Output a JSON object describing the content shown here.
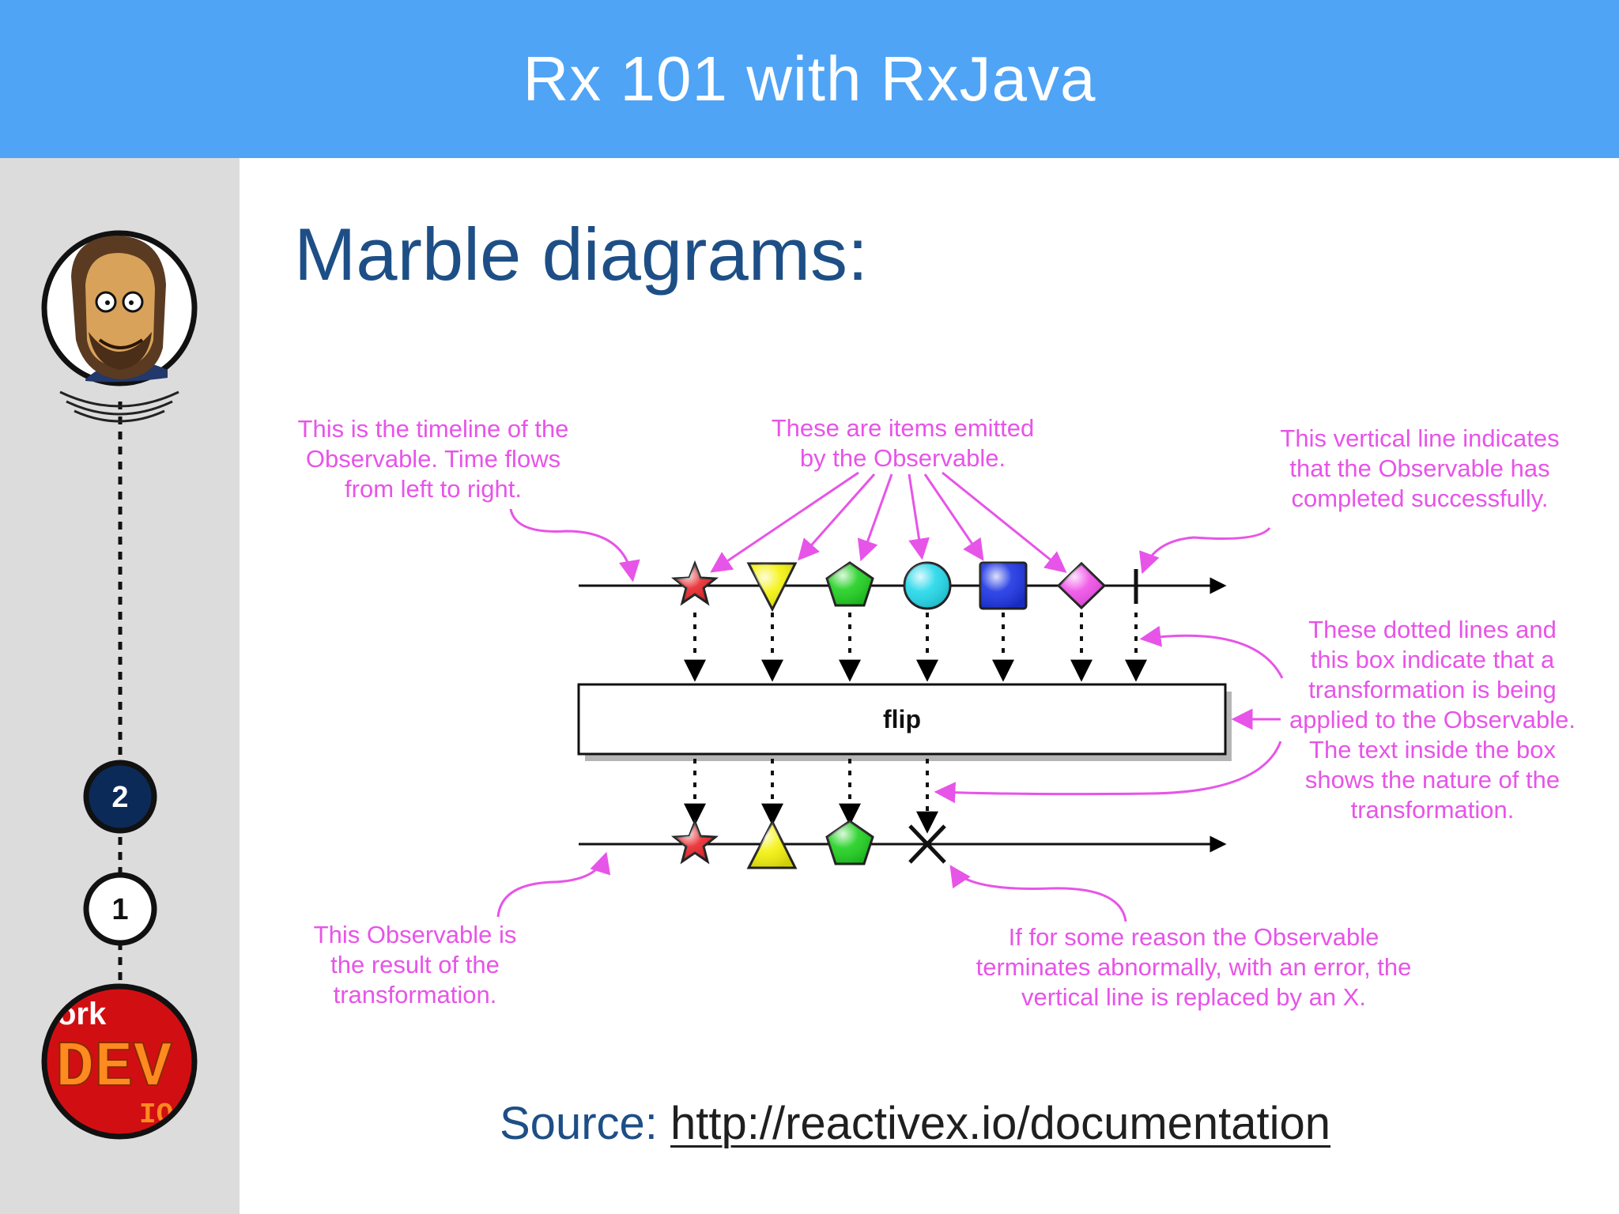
{
  "header": {
    "title": "Rx 101 with RxJava"
  },
  "slide": {
    "title": "Marble diagrams:",
    "source_label": "Source:",
    "source_url": "http://reactivex.io/documentation"
  },
  "sidebar": {
    "steps": [
      {
        "number": "2",
        "state": "current"
      },
      {
        "number": "1",
        "state": "completed"
      }
    ],
    "logo_text": {
      "top": "ork",
      "middle": "DEV",
      "bottom": "IO"
    }
  },
  "diagram": {
    "operator": "flip",
    "annotations": {
      "timeline": [
        "This is the timeline of the",
        "Observable. Time flows",
        "from left to right."
      ],
      "items": [
        "These are items emitted",
        "by the Observable."
      ],
      "completed": [
        "This vertical line indicates",
        "that the Observable has",
        "completed successfully."
      ],
      "transformation": [
        "These dotted lines and",
        "this box indicate that a",
        "transformation is being",
        "applied to the Observable.",
        "The text inside the box",
        "shows the nature of the",
        "transformation."
      ],
      "result": [
        "This Observable is",
        "the result of the",
        "transformation."
      ],
      "error": [
        "If for some reason the Observable",
        "terminates abnormally, with an error, the",
        "vertical line is replaced by an X."
      ]
    },
    "input_items": [
      {
        "shape": "star",
        "color": "#e8262b"
      },
      {
        "shape": "triangle-down",
        "color": "#f4f20b"
      },
      {
        "shape": "pentagon",
        "color": "#1fd01f"
      },
      {
        "shape": "circle",
        "color": "#22d8ea"
      },
      {
        "shape": "square",
        "color": "#1c34e4"
      },
      {
        "shape": "diamond",
        "color": "#f04ee8"
      }
    ],
    "output_items": [
      {
        "shape": "star",
        "color": "#e8262b"
      },
      {
        "shape": "triangle-up",
        "color": "#f4f20b"
      },
      {
        "shape": "pentagon",
        "color": "#1fd01f"
      }
    ],
    "annotation_color": "#e754e8"
  },
  "colors": {
    "header_bg": "#4fa4f5",
    "title_text": "#1d4f86",
    "sidebar_bg": "#dcdcdc",
    "step_current": "#0c2a57",
    "logo_bg": "#d10f12",
    "logo_text": "#ff8a1f"
  }
}
